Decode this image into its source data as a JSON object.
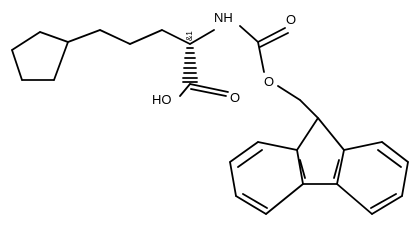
{
  "labels": {
    "nh": "NH",
    "o_carbonyl_carbamate": "O",
    "o_ester": "O",
    "oh": "HO",
    "o_carbonyl_acid": "O",
    "stereo": "&1"
  }
}
